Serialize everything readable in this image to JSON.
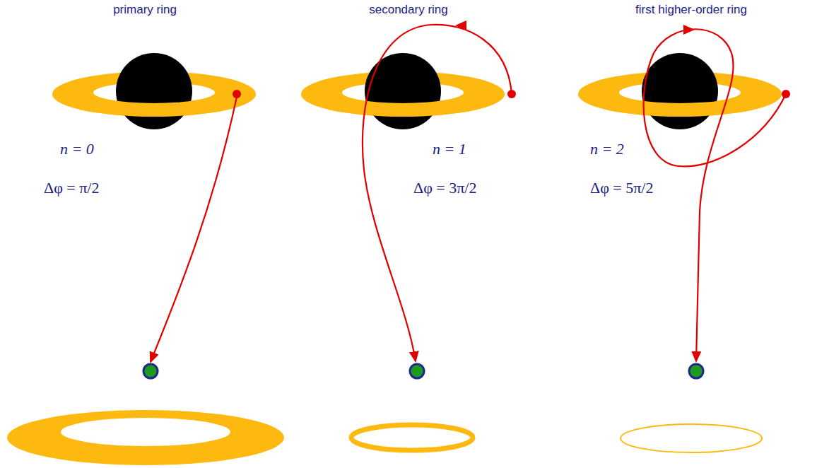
{
  "diagram": {
    "labels": [
      "primary ring",
      "secondary ring",
      "first higher-order ring",
      "n = 0",
      "Δφ = π/2",
      "n = 1",
      "Δφ = 3π/2",
      "n = 2",
      "Δφ = 5π/2"
    ]
  }
}
